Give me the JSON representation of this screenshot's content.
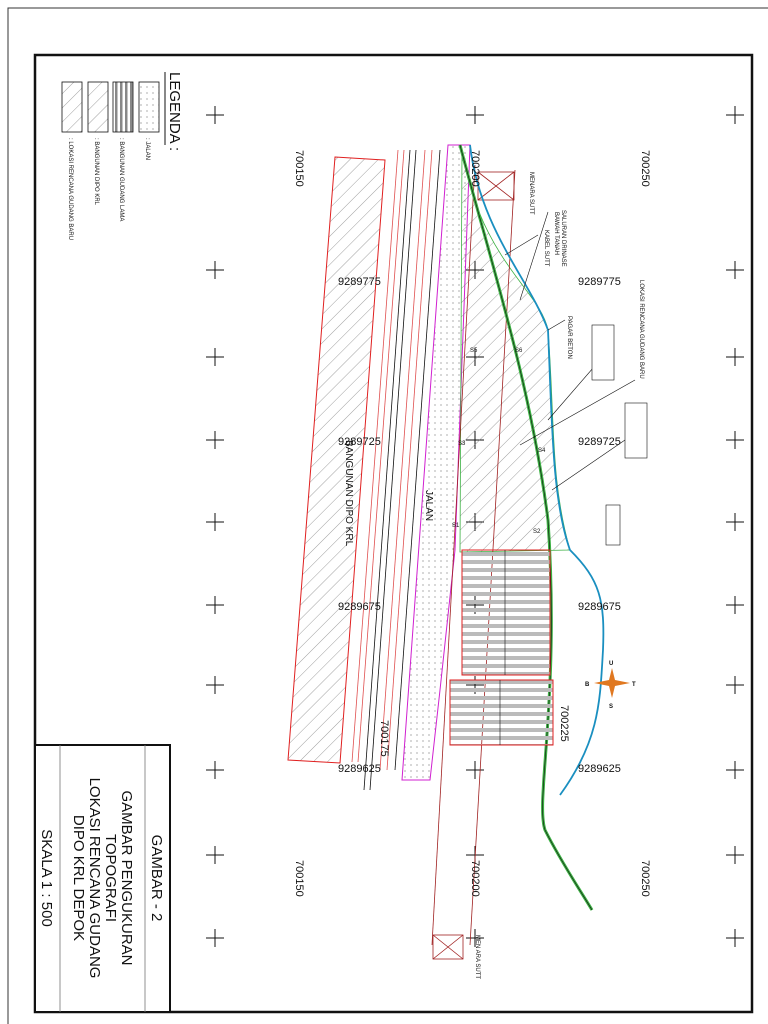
{
  "title_block": {
    "number": "GAMBAR - 2",
    "lines": [
      "GAMBAR PENGUKURAN",
      "TOPOGRAFI",
      "LOKASI RENCANA GUDANG",
      "DIPO KRL DEPOK"
    ],
    "scale": "SKALA 1 : 500"
  },
  "legend": {
    "title": "LEGENDA :",
    "items": [
      {
        "label": ": JALAN",
        "pattern": "dots"
      },
      {
        "label": ": BANGUNAN GUDANG LAMA",
        "pattern": "stripes"
      },
      {
        "label": ": BANGUNAN DIPO KRL",
        "pattern": "hatch"
      },
      {
        "label": ": LOKASI RENCANA GUDANG BARU",
        "pattern": "hatch"
      }
    ]
  },
  "coordinates": {
    "easting": [
      "700150",
      "700175",
      "700200",
      "700225",
      "700250"
    ],
    "northing": [
      "9289775",
      "9289725",
      "9289675",
      "9289625"
    ]
  },
  "annotations": {
    "menara_top": "MENARA SUTT",
    "saluran_1": "SALURAN DRINASE",
    "saluran_2": "BAWAH TANAH",
    "kabel": "KABEL SUTT",
    "pagar": "PAGAR BETON",
    "lokasi": "LOKASI RENCANA GUDANG BARU",
    "jalan": "JALAN",
    "dipo": "BANGUNAN DIPO KRL",
    "menara_bottom": "MEN ARA SUTT",
    "points": [
      "S1",
      "S2",
      "S3",
      "S4",
      "S5",
      "S6"
    ]
  },
  "compass": {
    "north": "U",
    "south": "S",
    "east": "T",
    "west": "B"
  },
  "colors": {
    "building_outline": "#e02020",
    "road_edge": "#d020d0",
    "river": "#1a8fc0",
    "green_line": "#3cb043",
    "tower": "#a02020",
    "compass": "#e07820"
  }
}
